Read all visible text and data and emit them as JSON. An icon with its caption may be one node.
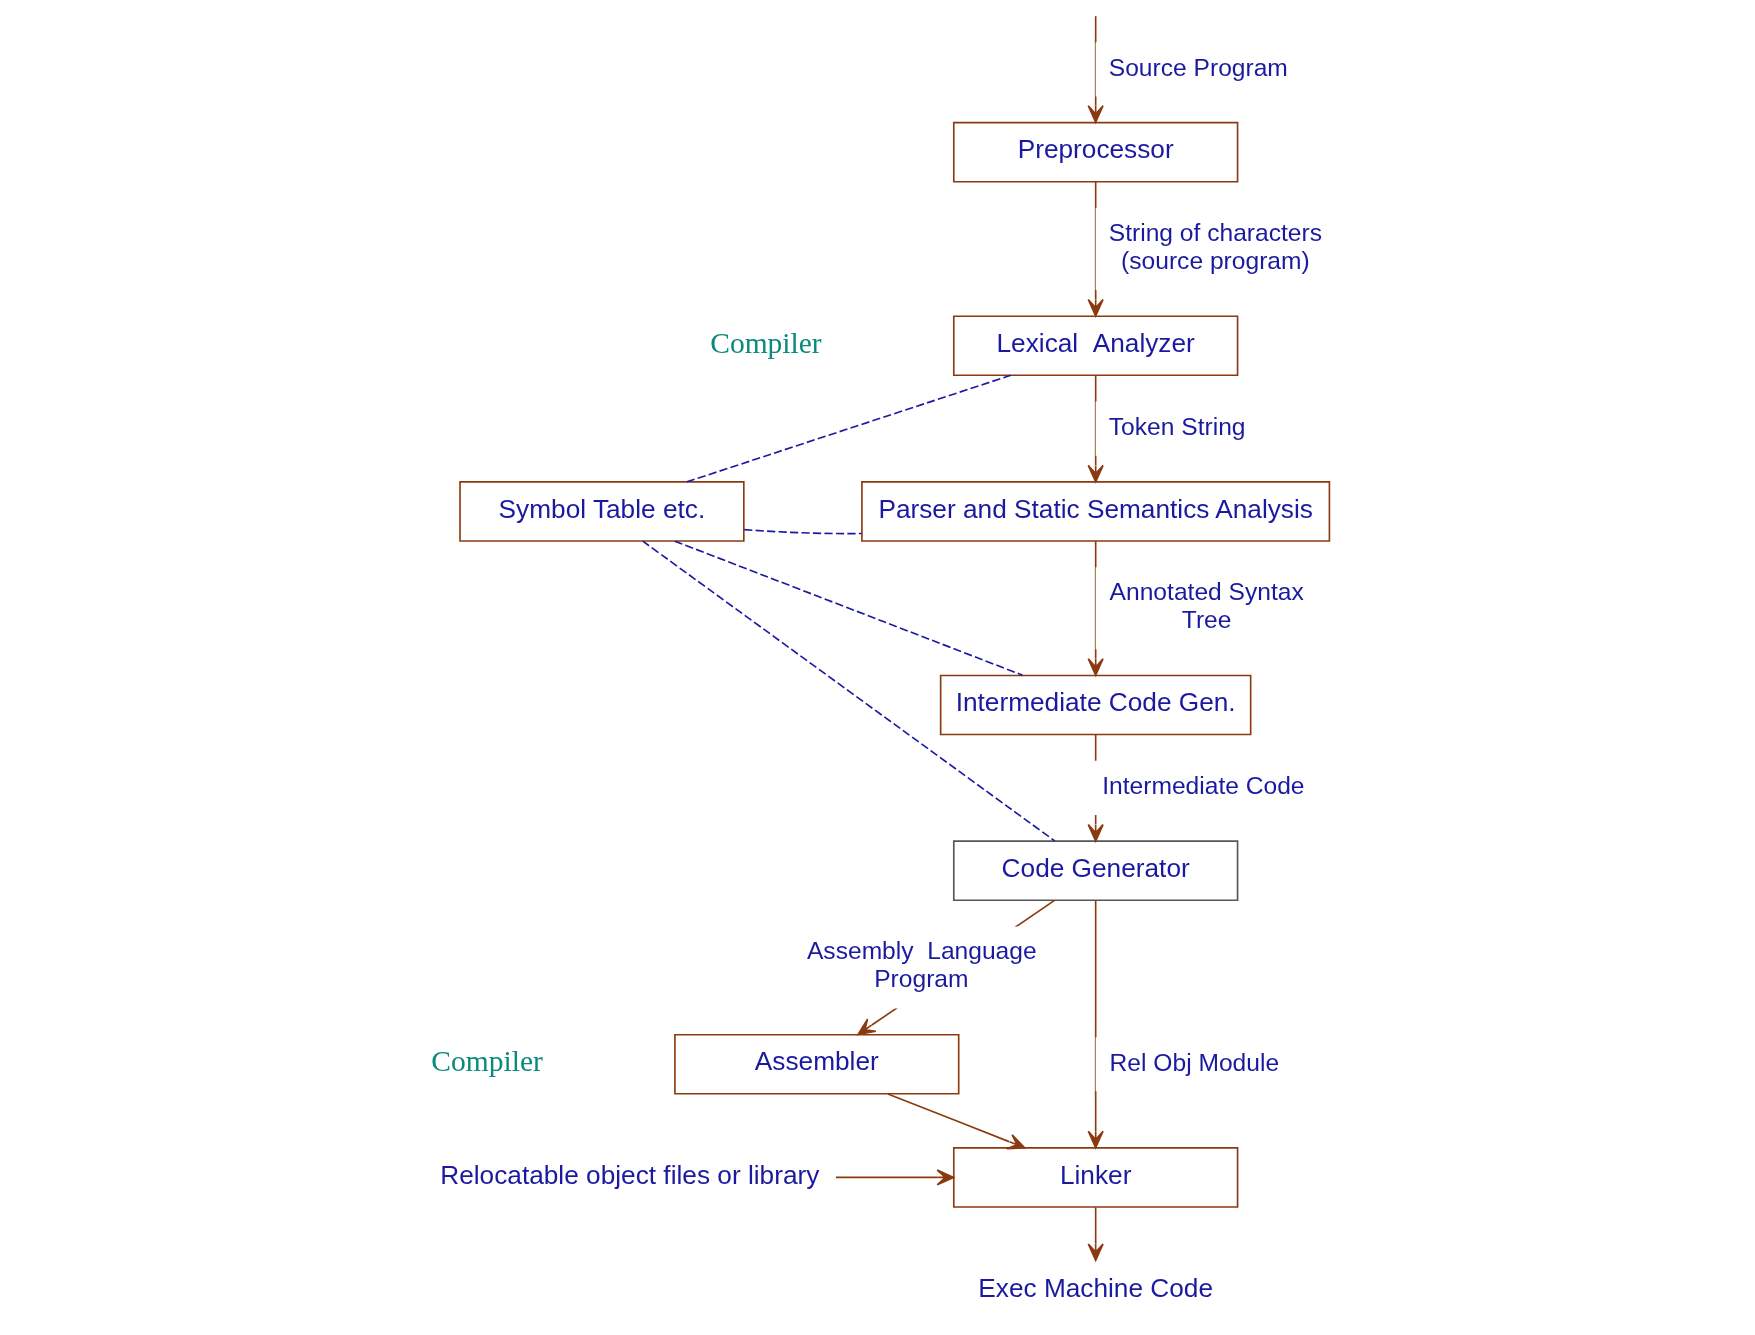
{
  "diagram": {
    "nodes": [
      {
        "text": [
          "Preprocessor"
        ]
      },
      {
        "text": [
          "Lexical  Analyzer"
        ]
      },
      {
        "text": [
          "Symbol Table etc."
        ]
      },
      {
        "text": [
          "Parser and Static Semantics Analysis"
        ]
      },
      {
        "text": [
          "Intermediate Code Gen."
        ]
      },
      {
        "text": [
          "Code Generator"
        ]
      },
      {
        "text": [
          "Assembler"
        ]
      },
      {
        "text": [
          "Linker"
        ]
      },
      {
        "text": [
          "Relocatable object files or library"
        ]
      },
      {
        "text": [
          "Exec Machine Code"
        ]
      }
    ],
    "edges": [
      {
        "from": null,
        "to": 0,
        "arrow": "to",
        "label": "Source Program"
      },
      {
        "from": 0,
        "to": 1,
        "arrow": "to",
        "label": "String of characters (source program)"
      },
      {
        "from": 1,
        "to": 3,
        "arrow": "to",
        "label": "Token String"
      },
      {
        "from": 3,
        "to": 4,
        "arrow": "to",
        "label": "Annotated Syntax Tree"
      },
      {
        "from": 4,
        "to": 5,
        "arrow": "to",
        "label": "Intermediate Code"
      },
      {
        "from": 5,
        "to": 6,
        "arrow": "to",
        "label": "Assembly  Language Program"
      },
      {
        "from": 5,
        "to": 7,
        "arrow": "to",
        "label": "Rel Obj Module"
      },
      {
        "from": 6,
        "to": 7,
        "arrow": "to"
      },
      {
        "from": 8,
        "to": 7,
        "arrow": "to"
      },
      {
        "from": 7,
        "to": 9,
        "arrow": "to"
      },
      {
        "from": 2,
        "to": 1,
        "arrow": "none",
        "style": "dashed",
        "color": "#1a1aa0"
      },
      {
        "from": 2,
        "to": 3,
        "arrow": "none",
        "style": "dashed",
        "color": "#1a1aa0"
      },
      {
        "from": 2,
        "to": 4,
        "arrow": "none",
        "style": "dashed",
        "color": "#1a1aa0"
      },
      {
        "from": 2,
        "to": 5,
        "arrow": "none",
        "style": "dashed",
        "color": "#1a1aa0"
      }
    ],
    "labels": [
      "Compiler",
      "Compiler"
    ]
  }
}
